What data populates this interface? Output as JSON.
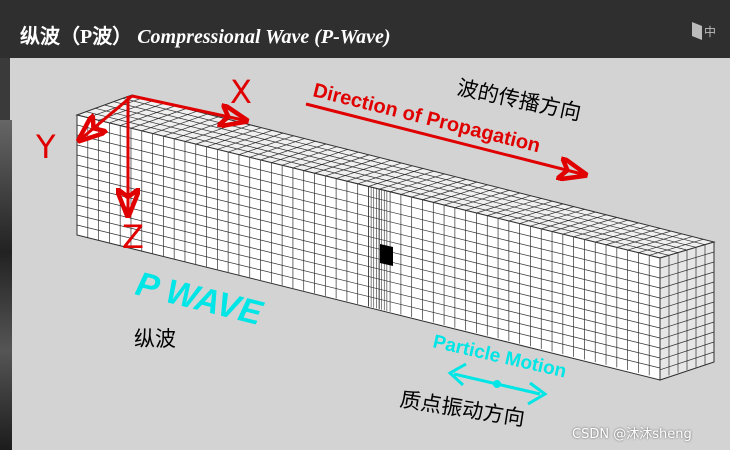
{
  "title": {
    "zh": "纵波（P波）",
    "en": "Compressional Wave (P-Wave)"
  },
  "axes": {
    "x": "X",
    "y": "Y",
    "z": "Z"
  },
  "labels": {
    "direction_en": "Direction of Propagation",
    "direction_zh": "波的传播方向",
    "pwave_en": "P WAVE",
    "pwave_zh": "纵波",
    "particle_en": "Particle Motion",
    "particle_zh": "质点振动方向"
  },
  "corner_text": "中",
  "watermark": "CSDN @沐沐sheng",
  "colors": {
    "axis_red": "#e00000",
    "cyan": "#00e5e5",
    "header_bg": "#2f2f2f",
    "panel_bg": "#d3d3d3",
    "block_front": "#ffffff",
    "block_top": "#f0f0f0",
    "block_side": "#e6e6e6",
    "grid_line": "#303030",
    "marker": "#000000"
  }
}
